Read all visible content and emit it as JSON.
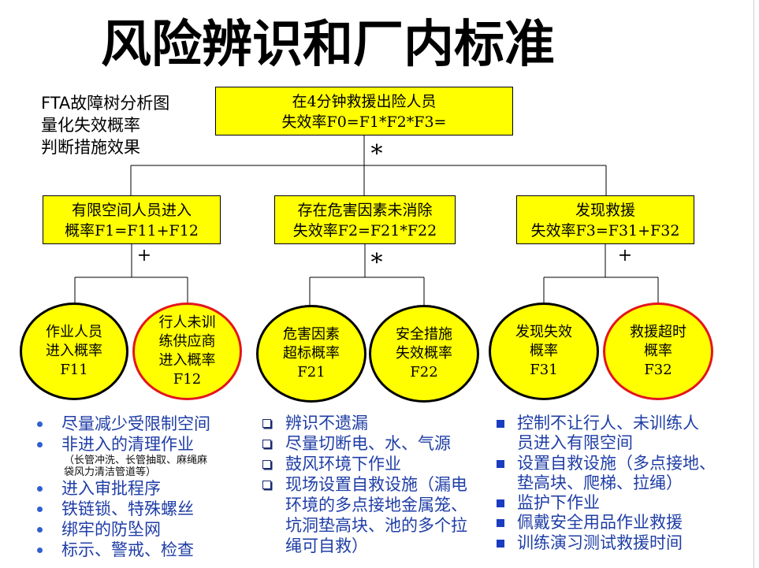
{
  "title": "风险辨识和厂内标准",
  "intro": [
    "FTA故障树分析图",
    "量化失效概率",
    "判断措施效果"
  ],
  "colors": {
    "node_fill": "#ffff00",
    "node_border": "#000000",
    "highlight_border": "#e3161d",
    "list_text": "#1f3ea6",
    "dot_bullet": "#2f5fd0",
    "hollow_bullet": "#1a2a6c",
    "square_bullet": "#1a3cc0"
  },
  "fault_tree": {
    "top_event": {
      "lines": [
        "在4分钟救援出险人员",
        "失效率F0=F1*F2*F3="
      ],
      "gate": "*"
    },
    "intermediate_events": [
      {
        "lines": [
          "有限空间人员进入",
          "概率F1=F11+F12"
        ],
        "gate": "+",
        "basic_events": [
          {
            "lines": [
              "作业人员",
              "进入概率",
              "F11"
            ],
            "highlight": false
          },
          {
            "lines": [
              "行人未训",
              "练供应商",
              "进入概率",
              "F12"
            ],
            "highlight": true
          }
        ]
      },
      {
        "lines": [
          "存在危害因素未消除",
          "失效率F2=F21*F22"
        ],
        "gate": "*",
        "basic_events": [
          {
            "lines": [
              "危害因素",
              "超标概率",
              "F21"
            ],
            "highlight": false
          },
          {
            "lines": [
              "安全措施",
              "失效概率",
              "F22"
            ],
            "highlight": false
          }
        ]
      },
      {
        "lines": [
          "发现救援",
          "失效率F3=F31+F32"
        ],
        "gate": "+",
        "basic_events": [
          {
            "lines": [
              "发现失效",
              "概率",
              "F31"
            ],
            "highlight": false
          },
          {
            "lines": [
              "救援超时",
              "概率",
              "F32"
            ],
            "highlight": true
          }
        ]
      }
    ]
  },
  "measures": [
    {
      "bullet_icon": "dot-bullet-icon",
      "items": [
        {
          "lines": [
            "尽量减少受限制空间"
          ]
        },
        {
          "lines": [
            "非进入的清理作业"
          ],
          "note": [
            "（长管冲洗、长管抽取、麻绳麻",
            "袋风力清洁管道等）"
          ]
        },
        {
          "lines": [
            "进入审批程序"
          ]
        },
        {
          "lines": [
            "铁链锁、特殊螺丝"
          ]
        },
        {
          "lines": [
            "绑牢的防坠网"
          ]
        },
        {
          "lines": [
            "标示、警戒、检查"
          ]
        }
      ]
    },
    {
      "bullet_icon": "hollow-square-bullet-icon",
      "items": [
        {
          "lines": [
            "辨识不遗漏"
          ]
        },
        {
          "lines": [
            "尽量切断电、水、气源"
          ]
        },
        {
          "lines": [
            "鼓风环境下作业"
          ]
        },
        {
          "lines": [
            "现场设置自救设施（漏电",
            "环境的多点接地金属笼、",
            "坑洞垫高块、池的多个拉",
            "绳可自救）"
          ]
        }
      ]
    },
    {
      "bullet_icon": "filled-square-bullet-icon",
      "items": [
        {
          "lines": [
            "控制不让行人、未训练人",
            "员进入有限空间"
          ]
        },
        {
          "lines": [
            "设置自救设施（多点接地、",
            "垫高块、爬梯、拉绳）"
          ]
        },
        {
          "lines": [
            "监护下作业"
          ]
        },
        {
          "lines": [
            "佩戴安全用品作业救援"
          ]
        },
        {
          "lines": [
            "训练演习测试救援时间"
          ]
        }
      ]
    }
  ]
}
